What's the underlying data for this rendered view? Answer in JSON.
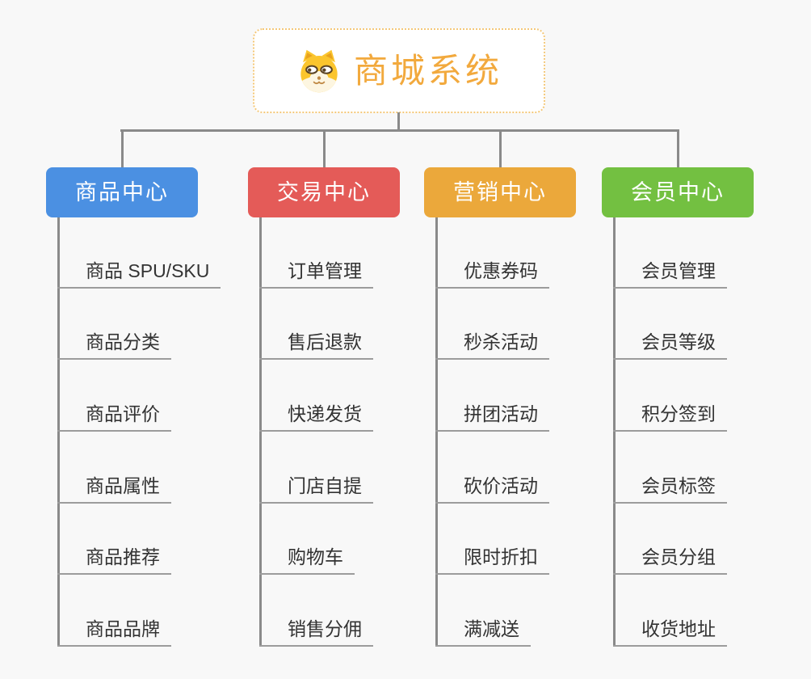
{
  "root": {
    "title": "商城系统",
    "icon": "shiba-dog-icon",
    "accent_color": "#f2a93d",
    "border_color": "#f4c879"
  },
  "branches": [
    {
      "label": "商品中心",
      "color": "#4b90e2",
      "items": [
        "商品 SPU/SKU",
        "商品分类",
        "商品评价",
        "商品属性",
        "商品推荐",
        "商品品牌"
      ]
    },
    {
      "label": "交易中心",
      "color": "#e45b58",
      "items": [
        "订单管理",
        "售后退款",
        "快递发货",
        "门店自提",
        "购物车",
        "销售分佣"
      ]
    },
    {
      "label": "营销中心",
      "color": "#ebA83b",
      "items": [
        "优惠券码",
        "秒杀活动",
        "拼团活动",
        "砍价活动",
        "限时折扣",
        "满减送"
      ]
    },
    {
      "label": "会员中心",
      "color": "#73c041",
      "items": [
        "会员管理",
        "会员等级",
        "积分签到",
        "会员标签",
        "会员分组",
        "收货地址"
      ]
    }
  ],
  "colors": {
    "background": "#f8f8f8",
    "connector_line": "#8a8a8a",
    "item_underline": "#9c9c9c",
    "item_text": "#333333",
    "branch_text": "#ffffff"
  }
}
